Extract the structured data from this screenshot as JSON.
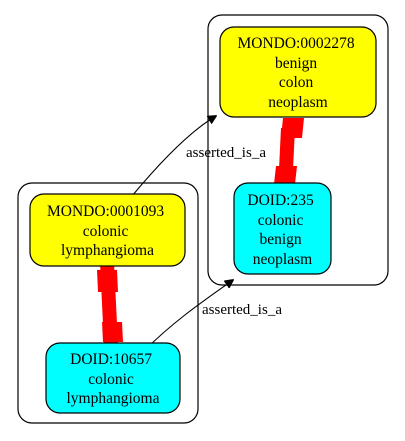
{
  "diagram": {
    "nodes": {
      "mondo_0002278": {
        "lines": [
          "MONDO:0002278",
          "benign",
          "colon",
          "neoplasm"
        ],
        "fill": "#ffff00"
      },
      "doid_235": {
        "lines": [
          "DOID:235",
          "colonic",
          "benign",
          "neoplasm"
        ],
        "fill": "#00ffff"
      },
      "mondo_0001093": {
        "lines": [
          "MONDO:0001093",
          "colonic",
          "lymphangioma"
        ],
        "fill": "#ffff00"
      },
      "doid_10657": {
        "lines": [
          "DOID:10657",
          "colonic",
          "lymphangioma"
        ],
        "fill": "#00ffff"
      }
    },
    "edges": {
      "mondo_edge_label": "asserted_is_a",
      "doid_edge_label": "asserted_is_a"
    },
    "colors": {
      "mondo_fill": "#ffff00",
      "doid_fill": "#00ffff",
      "equivalence": "#ff0000",
      "line": "#000000"
    }
  }
}
